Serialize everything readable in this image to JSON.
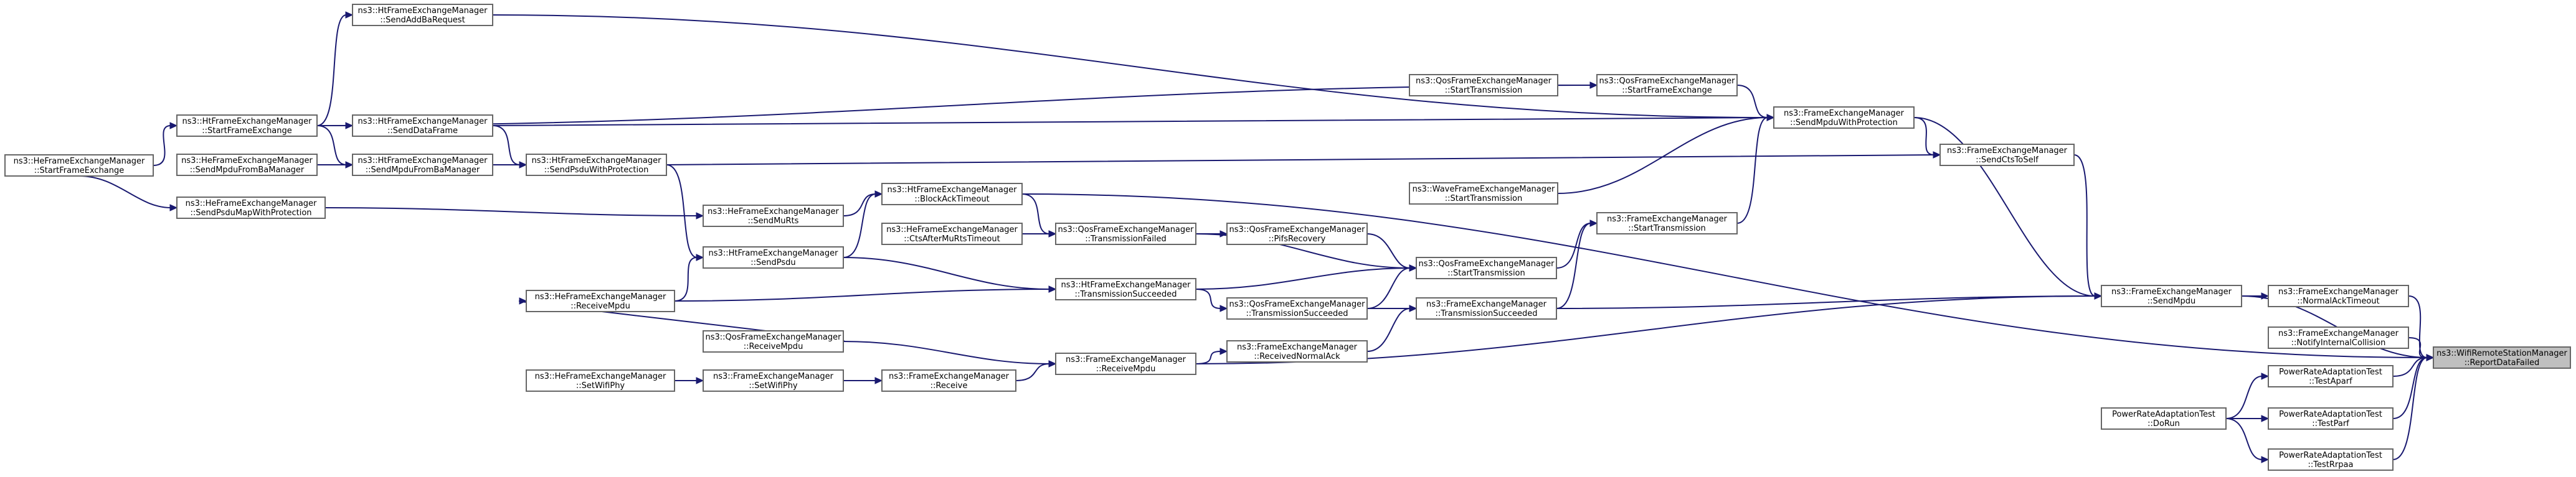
{
  "colors": {
    "edge": "#191970",
    "node_border": "#666666",
    "root_fill": "#bfbfbf",
    "node_fill": "#ffffff"
  },
  "nodes": {
    "heFEM_startFrameExchange": {
      "l1": "ns3::HeFrameExchangeManager",
      "l2": "::StartFrameExchange"
    },
    "htFEM_startFrameExchange": {
      "l1": "ns3::HtFrameExchangeManager",
      "l2": "::StartFrameExchange"
    },
    "htFEM_sendAddBaRequest": {
      "l1": "ns3::HtFrameExchangeManager",
      "l2": "::SendAddBaRequest"
    },
    "heFEM_sendMpduFromBaManager": {
      "l1": "ns3::HeFrameExchangeManager",
      "l2": "::SendMpduFromBaManager"
    },
    "heFEM_sendPsduMapWithProtection": {
      "l1": "ns3::HeFrameExchangeManager",
      "l2": "::SendPsduMapWithProtection"
    },
    "htFEM_sendDataFrame": {
      "l1": "ns3::HtFrameExchangeManager",
      "l2": "::SendDataFrame"
    },
    "htFEM_sendMpduFromBaManager": {
      "l1": "ns3::HtFrameExchangeManager",
      "l2": "::SendMpduFromBaManager"
    },
    "htFEM_sendPsduWithProtection": {
      "l1": "ns3::HtFrameExchangeManager",
      "l2": "::SendPsduWithProtection"
    },
    "heFEM_receiveMpdu": {
      "l1": "ns3::HeFrameExchangeManager",
      "l2": "::ReceiveMpdu"
    },
    "heFEM_setWifiPhy": {
      "l1": "ns3::HeFrameExchangeManager",
      "l2": "::SetWifiPhy"
    },
    "htFEM_sendMuRts": {
      "l1": "ns3::HeFrameExchangeManager",
      "l2": "::SendMuRts"
    },
    "htFEM_sendPsdu": {
      "l1": "ns3::HtFrameExchangeManager",
      "l2": "::SendPsdu"
    },
    "qosFEM_receiveMpdu": {
      "l1": "ns3::QosFrameExchangeManager",
      "l2": "::ReceiveMpdu"
    },
    "fem_setWifiPhy": {
      "l1": "ns3::FrameExchangeManager",
      "l2": "::SetWifiPhy"
    },
    "htFEM_blockAckTimeout": {
      "l1": "ns3::HtFrameExchangeManager",
      "l2": "::BlockAckTimeout"
    },
    "heFEM_ctsAfterMuRtsTimeout": {
      "l1": "ns3::HeFrameExchangeManager",
      "l2": "::CtsAfterMuRtsTimeout"
    },
    "fem_receive": {
      "l1": "ns3::FrameExchangeManager",
      "l2": "::Receive"
    },
    "qosFEM_transmissionFailed": {
      "l1": "ns3::QosFrameExchangeManager",
      "l2": "::TransmissionFailed"
    },
    "htFEM_transmissionSucceeded": {
      "l1": "ns3::HtFrameExchangeManager",
      "l2": "::TransmissionSucceeded"
    },
    "fem_receiveMpdu": {
      "l1": "ns3::FrameExchangeManager",
      "l2": "::ReceiveMpdu"
    },
    "qosFEM_pifsRecovery": {
      "l1": "ns3::QosFrameExchangeManager",
      "l2": "::PifsRecovery"
    },
    "qosFEM_transmissionSucceeded": {
      "l1": "ns3::QosFrameExchangeManager",
      "l2": "::TransmissionSucceeded"
    },
    "fem_receivedNormalAck": {
      "l1": "ns3::FrameExchangeManager",
      "l2": "::ReceivedNormalAck"
    },
    "qosFEM_startTransmission2": {
      "l1": "ns3::QosFrameExchangeManager",
      "l2": "::StartTransmission"
    },
    "waveFEM_startTransmission": {
      "l1": "ns3::WaveFrameExchangeManager",
      "l2": "::StartTransmission"
    },
    "qosFEM_startTransmission": {
      "l1": "ns3::QosFrameExchangeManager",
      "l2": "::StartTransmission"
    },
    "fem_transmissionSucceeded": {
      "l1": "ns3::FrameExchangeManager",
      "l2": "::TransmissionSucceeded"
    },
    "qosFEM_startFrameExchange": {
      "l1": "ns3::QosFrameExchangeManager",
      "l2": "::StartFrameExchange"
    },
    "fem_startTransmission": {
      "l1": "ns3::FrameExchangeManager",
      "l2": "::StartTransmission"
    },
    "fem_sendMpduWithProtection": {
      "l1": "ns3::FrameExchangeManager",
      "l2": "::SendMpduWithProtection"
    },
    "fem_sendCtsToSelf": {
      "l1": "ns3::FrameExchangeManager",
      "l2": "::SendCtsToSelf"
    },
    "fem_sendMpdu": {
      "l1": "ns3::FrameExchangeManager",
      "l2": "::SendMpdu"
    },
    "pra_doRun": {
      "l1": "PowerRateAdaptationTest",
      "l2": "::DoRun"
    },
    "fem_normalAckTimeout": {
      "l1": "ns3::FrameExchangeManager",
      "l2": "::NormalAckTimeout"
    },
    "fem_notifyInternalCollision": {
      "l1": "ns3::FrameExchangeManager",
      "l2": "::NotifyInternalCollision"
    },
    "pra_testAparf": {
      "l1": "PowerRateAdaptationTest",
      "l2": "::TestAparf"
    },
    "pra_testParf": {
      "l1": "PowerRateAdaptationTest",
      "l2": "::TestParf"
    },
    "pra_testRrpaa": {
      "l1": "PowerRateAdaptationTest",
      "l2": "::TestRrpaa"
    },
    "root": {
      "l1": "ns3::WifiRemoteStationManager",
      "l2": "::ReportDataFailed"
    }
  }
}
